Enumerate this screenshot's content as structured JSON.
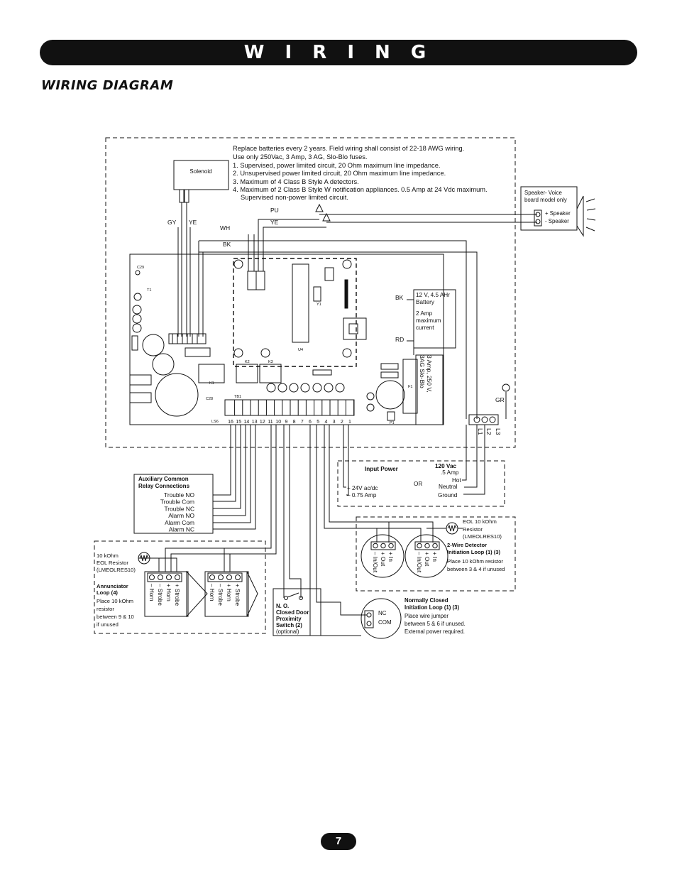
{
  "header": {
    "title": "W I R I N G"
  },
  "section": {
    "title": "WIRING DIAGRAM"
  },
  "page": {
    "number": "7"
  },
  "notes": [
    "Replace batteries every 2 years. Field wiring shall consist of 22-18 AWG wiring.",
    "Use only 250Vac, 3 Amp, 3 AG, Slo-Blo fuses.",
    "1. Supervised, power limited circuit, 20 Ohm maximum line impedance.",
    "2. Unsupervised power limited circuit, 20 Ohm maximum line impedance.",
    "3. Maximum of 4 Class B Style A detectors.",
    "4. Maximum of 2 Class B Style W notification appliances. 0.5 Amp at 24 Vdc maximum.",
    "Supervised non-power limited circuit."
  ],
  "solenoid": {
    "label": "Solenoid"
  },
  "wires": {
    "gy": "GY",
    "ye": "YE",
    "wh": "WH",
    "pu": "PU",
    "ye2": "YE",
    "bk": "BK",
    "bk_batt": "BK",
    "rd": "RD",
    "gr": "GR"
  },
  "speaker": {
    "note_line1": "Speaker- Voice",
    "note_line2": "board model only",
    "plus": "+ Speaker",
    "minus": "-  Speaker"
  },
  "battery": {
    "line1": "12 V, 4.5 AHr",
    "line2": "Battery",
    "line3": "2 Amp",
    "line4": "maximum",
    "line5": "current"
  },
  "fuse": {
    "line1": "3 Amp, 250 V,",
    "line2": "3AG Slo-Blo"
  },
  "mains_terminals": {
    "l1": "L1",
    "l2": "L2",
    "l3": "L3"
  },
  "board": {
    "terminals": [
      "16",
      "15",
      "14",
      "13",
      "12",
      "11",
      "10",
      "9",
      "8",
      "7",
      "6",
      "5",
      "4",
      "3",
      "2",
      "1"
    ],
    "silk": {
      "tb1": "TB1",
      "k1": "K1",
      "k2": "K2",
      "k3": "K3",
      "u4": "U4",
      "ls6": "LS6",
      "c29": "C29",
      "f1": "F1",
      "p1": "P1",
      "t1": "T1",
      "y1": "Y1",
      "c28": "C28"
    }
  },
  "input_power": {
    "title": "Input Power",
    "vdc": "+ 24V ac/dc",
    "amp": "– 0.75 Amp",
    "or": "OR",
    "vac": "120 Vac",
    "vac_amp": ".5 Amp",
    "hot": "Hot",
    "neutral": "Neutral",
    "ground": "Ground"
  },
  "relay": {
    "title1": "Auxiliary Common",
    "title2": "Relay Connections",
    "items": [
      "Trouble NO",
      "Trouble Com",
      "Trouble NC",
      "Alarm NO",
      "Alarm Com",
      "Alarm NC"
    ]
  },
  "annunciator": {
    "eol1": "10 kOhm",
    "eol2": "EOL Resistor",
    "eol3": "(LMEOLRES10)",
    "title1": "Annunciator",
    "title2": "Loop (4)",
    "note1": "Place 10 kOhm",
    "note2": "resistor",
    "note3": "between 9 & 10",
    "note4": "if unused",
    "labels": [
      "– Horn",
      "– Strobe",
      "+ Horn",
      "+ Strobe"
    ]
  },
  "proximity": {
    "line1": "N. O.",
    "line2": "Closed Door",
    "line3": "Proximity",
    "line4": "Switch (2)",
    "line5": "(optional)"
  },
  "detector2w": {
    "eol1": "EOL 10 kOhm",
    "eol2": "Resistor",
    "eol3": "(LMEOLRES10)",
    "title1": "2-Wire Detector",
    "title2": "Initiation Loop (1) (3)",
    "note1": "Place 10 kOhm resistor",
    "note2": "between 3 & 4 if unused",
    "labels": [
      "– In/Out",
      "+ Out",
      "+ In"
    ]
  },
  "nc_loop": {
    "nc": "NC",
    "com": "COM",
    "title1": "Normally Closed",
    "title2": "Initiation Loop (1) (3)",
    "note1": "Place wire jumper",
    "note2": "between 5 & 6 if unused.",
    "note3": "External power required."
  }
}
